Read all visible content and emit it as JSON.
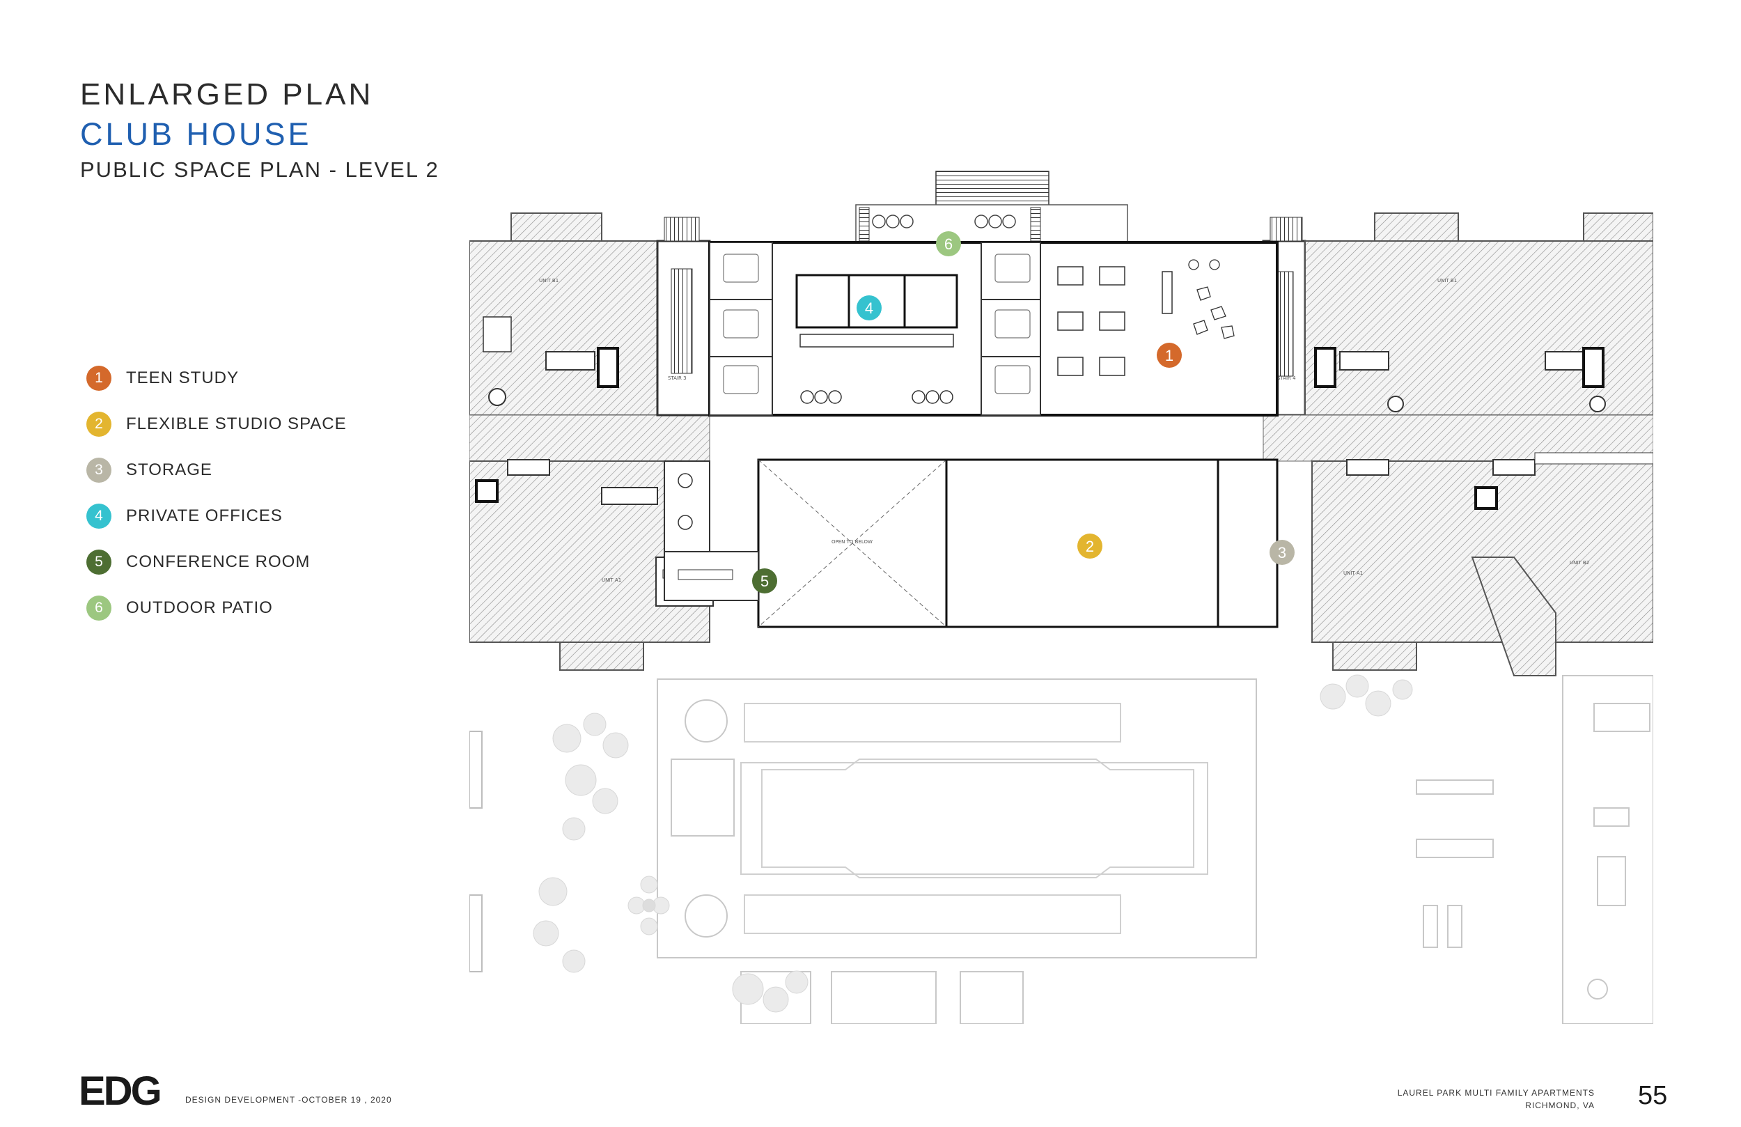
{
  "header": {
    "title": "ENLARGED PLAN",
    "subtitle": "CLUB HOUSE",
    "subsubtitle": "PUBLIC SPACE PLAN - LEVEL 2"
  },
  "legend": [
    {
      "num": "1",
      "label": "TEEN STUDY",
      "color": "#d4692b"
    },
    {
      "num": "2",
      "label": "FLEXIBLE STUDIO SPACE",
      "color": "#e3b52f"
    },
    {
      "num": "3",
      "label": "STORAGE",
      "color": "#b9b6a6"
    },
    {
      "num": "4",
      "label": "PRIVATE OFFICES",
      "color": "#35c2cf"
    },
    {
      "num": "5",
      "label": "CONFERENCE ROOM",
      "color": "#4d6e32"
    },
    {
      "num": "6",
      "label": "OUTDOOR PATIO",
      "color": "#9cc780"
    }
  ],
  "plan": {
    "unit_b1": "UNIT B1",
    "unit_a1": "UNIT A1",
    "unit_b2": "UNIT B2",
    "stair_3": "STAIR 3",
    "stair_4": "STAIR 4",
    "open_to_below": "OPEN TO BELOW"
  },
  "footer": {
    "logo": "EDG",
    "date": "DESIGN DEVELOPMENT -OCTOBER 19 , 2020",
    "project": "LAUREL PARK MULTI FAMILY APARTMENTS",
    "location": "RICHMOND, VA",
    "page": "55"
  }
}
